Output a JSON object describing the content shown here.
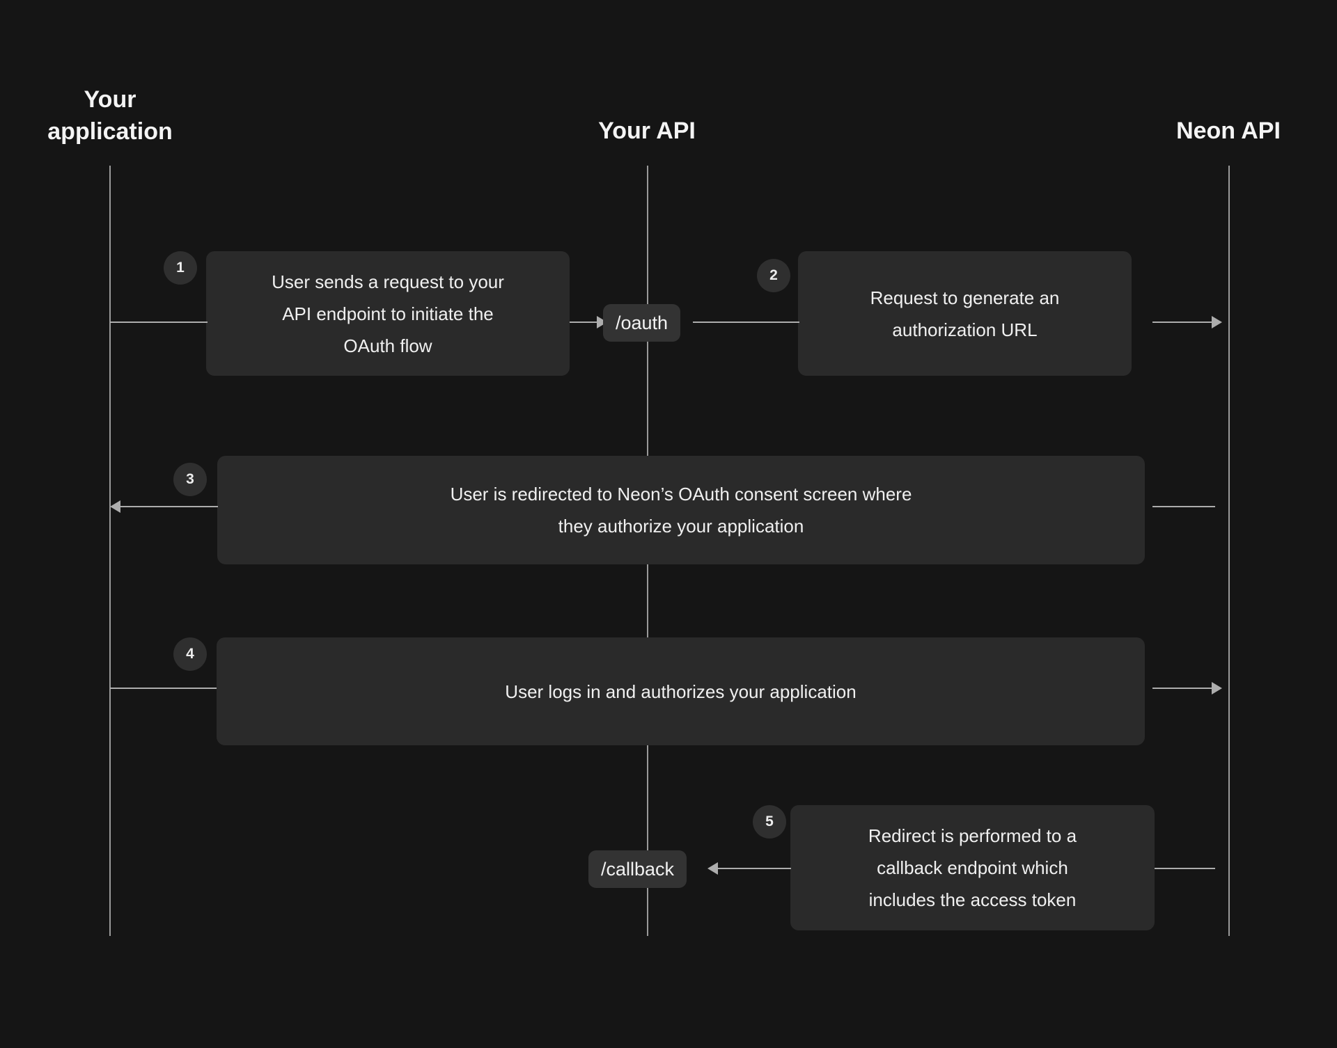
{
  "diagram": {
    "title": "Neon OAuth flow sequence diagram",
    "background_color": "#151515",
    "box_color": "#2a2a2a",
    "pill_color": "#333333",
    "line_color": "#adadad",
    "text_color": "#f0f0f0"
  },
  "actors": [
    {
      "id": "your-application",
      "label": "Your\napplication"
    },
    {
      "id": "your-api",
      "label": "Your API"
    },
    {
      "id": "neon-api",
      "label": "Neon API"
    }
  ],
  "steps": [
    {
      "number": "1",
      "text": "User sends a request to your\nAPI endpoint to initiate the\nOAuth flow",
      "from": "your-application",
      "to": "your-api",
      "direction": "right"
    },
    {
      "number": "2",
      "text": "Request to generate an\nauthorization URL",
      "from": "your-api",
      "to": "neon-api",
      "direction": "right"
    },
    {
      "number": "3",
      "text": "User is redirected to Neon’s OAuth consent screen where\nthey authorize your application",
      "from": "neon-api",
      "to": "your-application",
      "direction": "left"
    },
    {
      "number": "4",
      "text": "User logs in and authorizes your application",
      "from": "your-application",
      "to": "neon-api",
      "direction": "right"
    },
    {
      "number": "5",
      "text": "Redirect is performed to a\ncallback endpoint which\nincludes the access token",
      "from": "neon-api",
      "to": "your-api",
      "direction": "left"
    }
  ],
  "endpoints": [
    {
      "id": "oauth-endpoint",
      "label": "/oauth"
    },
    {
      "id": "callback-endpoint",
      "label": "/callback"
    }
  ]
}
